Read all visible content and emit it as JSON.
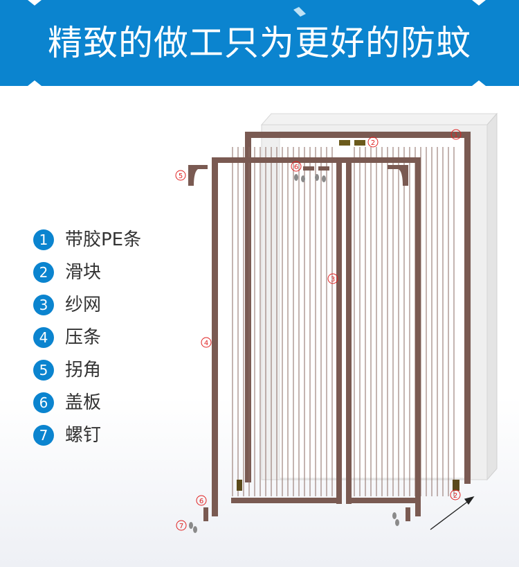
{
  "header": {
    "title": "精致的做工只为更好的防蚊"
  },
  "legend": [
    {
      "num": "1",
      "label": "带胶PE条"
    },
    {
      "num": "2",
      "label": "滑块"
    },
    {
      "num": "3",
      "label": "纱网"
    },
    {
      "num": "4",
      "label": "压条"
    },
    {
      "num": "5",
      "label": "拐角"
    },
    {
      "num": "6",
      "label": "盖板"
    },
    {
      "num": "7",
      "label": "螺钉"
    }
  ],
  "callouts": [
    {
      "num": "1"
    },
    {
      "num": "2"
    },
    {
      "num": "3"
    },
    {
      "num": "4"
    },
    {
      "num": "5"
    },
    {
      "num": "6"
    },
    {
      "num": "6"
    },
    {
      "num": "7"
    },
    {
      "num": "2"
    }
  ],
  "colors": {
    "banner": "#0b84cf",
    "frame": "#7a5a52",
    "callout": "#e02020",
    "wall": "#e8e8e8"
  }
}
